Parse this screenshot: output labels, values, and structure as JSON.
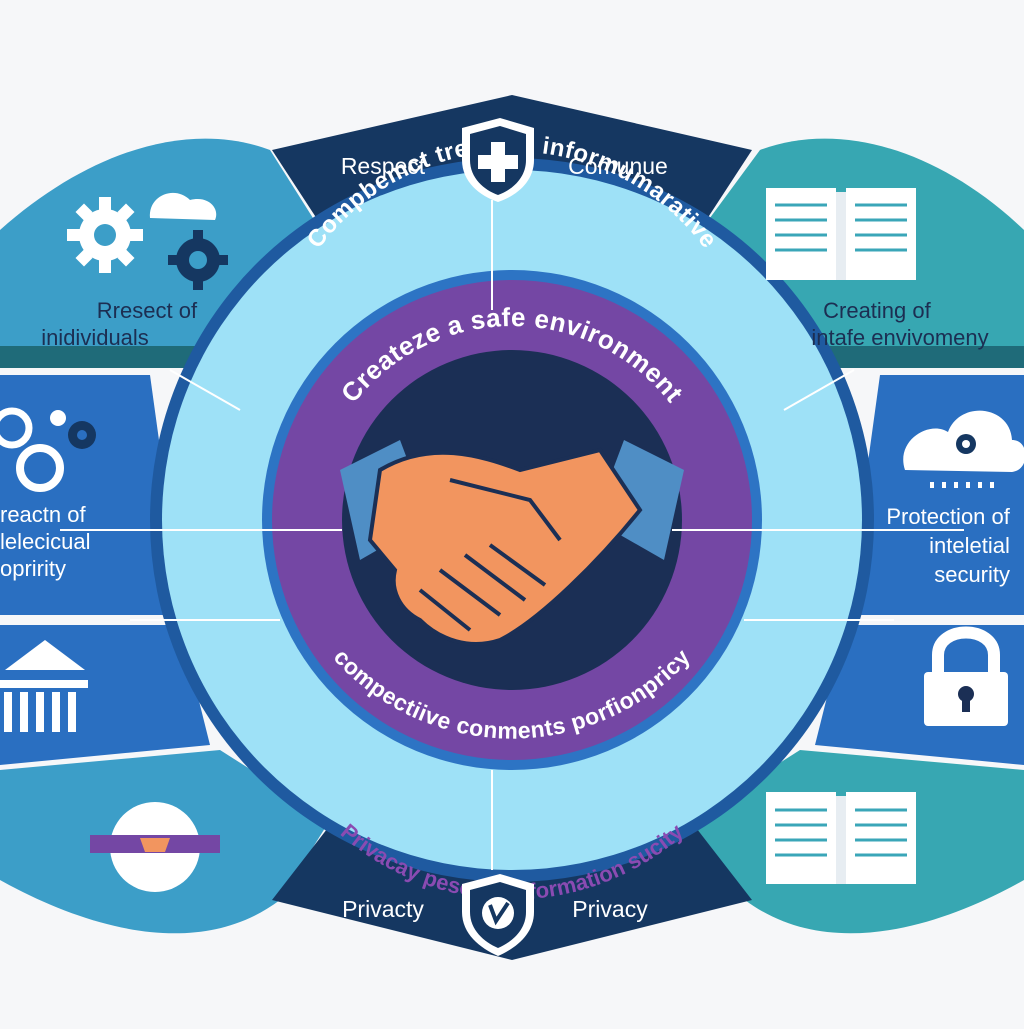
{
  "top_left_label": "Respect",
  "top_right_label": "Comunue",
  "bottom_left_label": "Privacty",
  "bottom_right_label": "Privacy",
  "left_upper_label": [
    "Rresect of",
    "inidividuals"
  ],
  "left_middle_label": [
    "reactn of",
    "lelecicual",
    "opririty"
  ],
  "right_upper_label": [
    "Creating of",
    "intafe envivomeny"
  ],
  "right_middle_label": [
    "Protection of",
    "inteletial",
    "security"
  ],
  "outer_ring_top_text": "Compbemct tres and informumarative",
  "outer_ring_bottom_text": "Privacay pesonal information sucity",
  "inner_ring_top_text": "Createze a safe environment",
  "inner_ring_bottom_text": "compectiive conments porfionpricy",
  "colors": {
    "navy": "#153761",
    "blue": "#2c74c2",
    "teal": "#3aa6b8",
    "light_blue": "#9ee1f7",
    "purple": "#7447a4",
    "orange": "#f2955f",
    "background": "#f6f7f9"
  },
  "icons": {
    "top_center": "shield-plus-icon",
    "bottom_center": "shield-check-icon",
    "center": "handshake-icon",
    "left_upper": "gears-cloud-icon",
    "left_middle": "gears-icon",
    "left_lower": "people-group-icon",
    "left_bottom": "handshake-small-icon",
    "right_top": "open-book-icon",
    "right_middle": "cloud-gear-icon",
    "right_lower": "padlock-icon",
    "right_bottom": "open-book-icon"
  }
}
